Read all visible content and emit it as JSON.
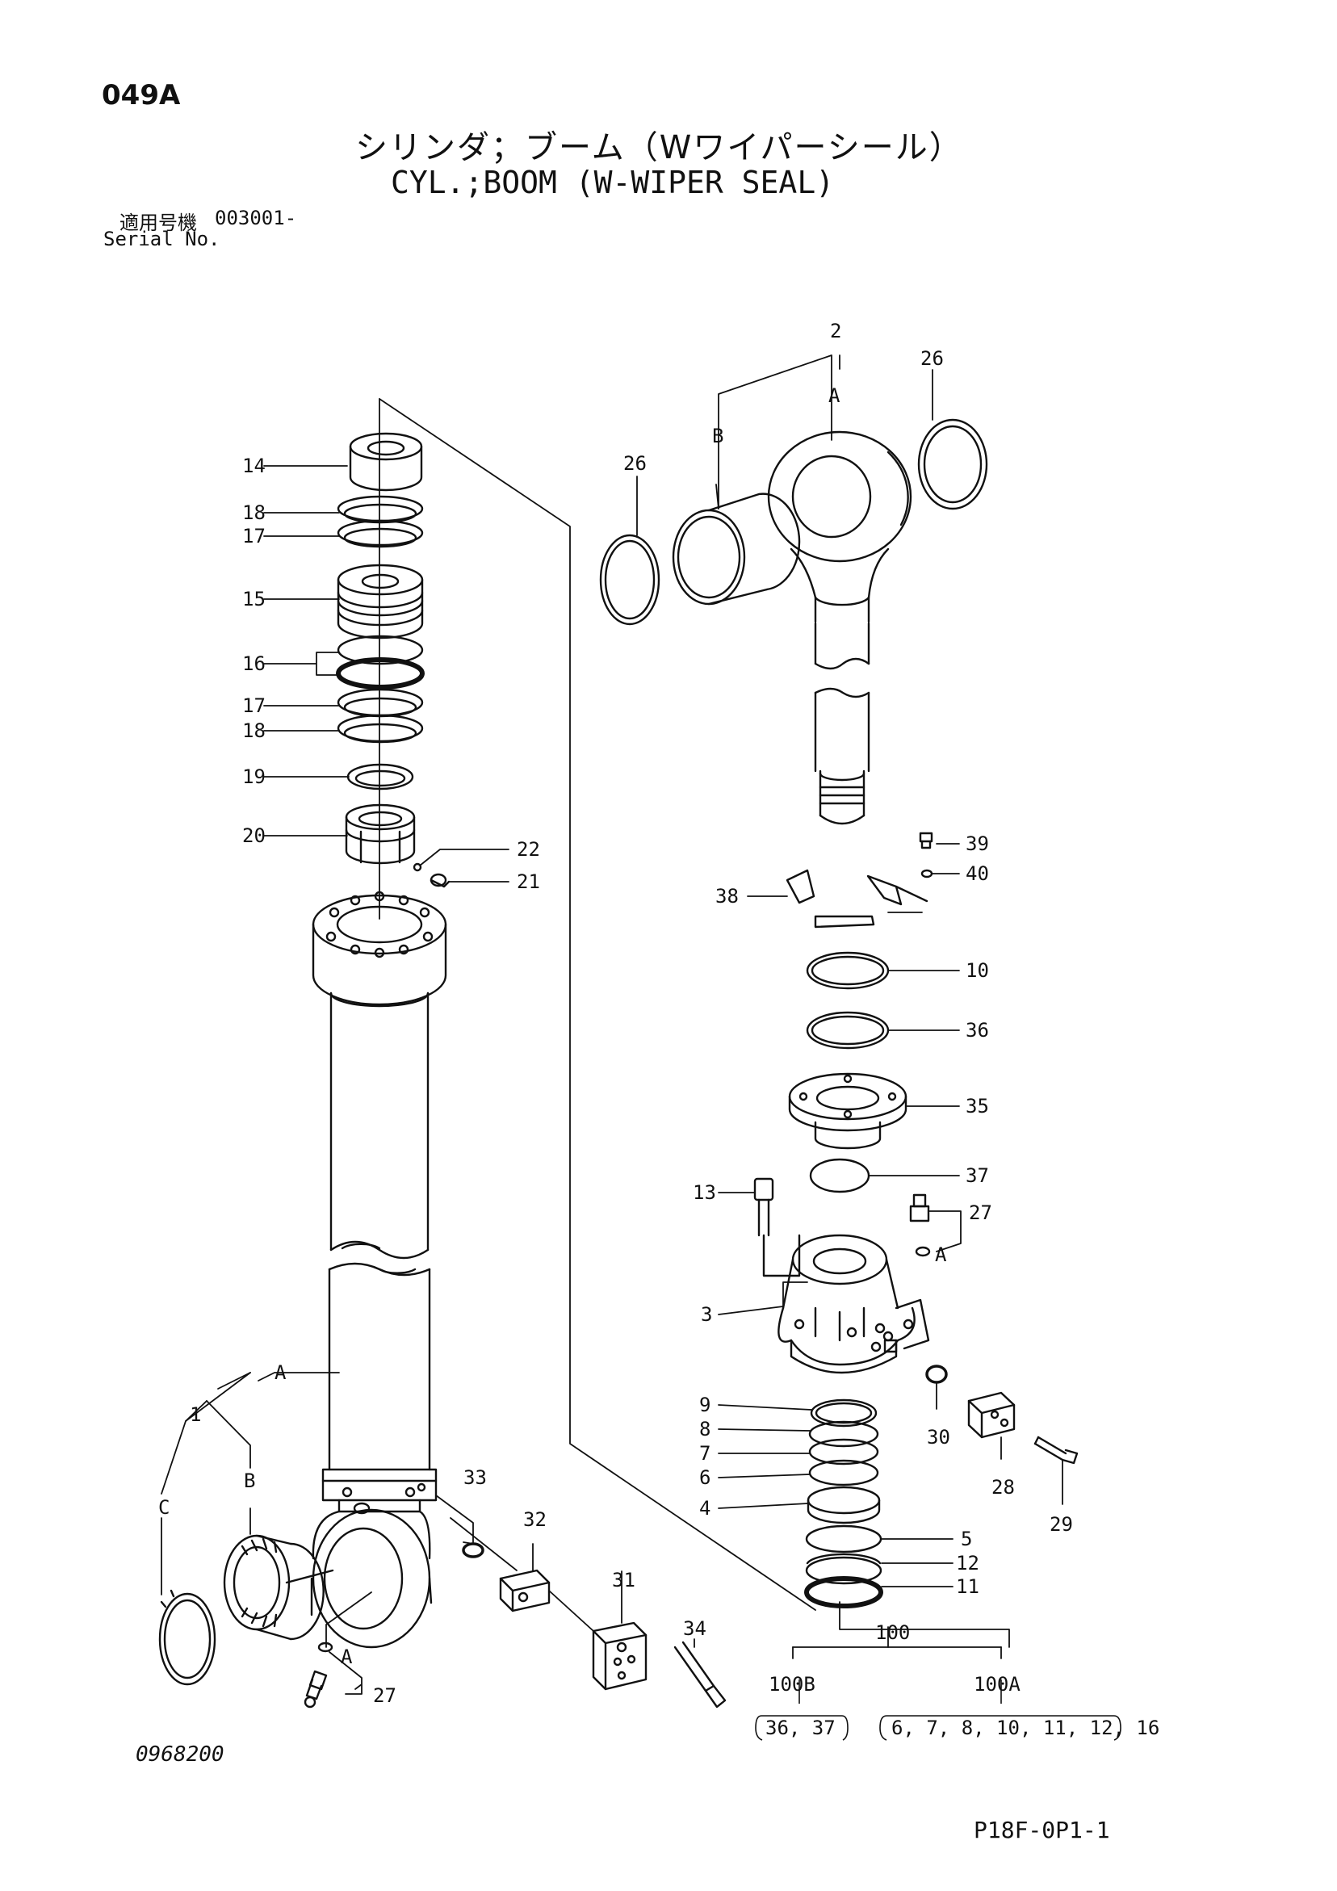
{
  "header": {
    "page_code": "049A",
    "title_jp": "シリンダ；ブーム（Wワイパーシール）",
    "title_en": "CYL.;BOOM (W-WIPER SEAL)",
    "serial_label_jp": "適用号機",
    "serial_value": "003001-",
    "serial_label_en": "Serial No."
  },
  "labels": {
    "l14": "14",
    "l18a": "18",
    "l17a": "17",
    "l15": "15",
    "l16": "16",
    "l17b": "17",
    "l18b": "18",
    "l19": "19",
    "l20": "20",
    "l22": "22",
    "l21": "21",
    "l1": "1",
    "lA1": "A",
    "lB1": "B",
    "lC1": "C",
    "l33": "33",
    "l32": "32",
    "l31": "31",
    "l34": "34",
    "lA2": "A",
    "l27a": "27",
    "l2": "2",
    "lA3": "A",
    "lB2": "B",
    "l26a": "26",
    "l26b": "26",
    "l39": "39",
    "l40": "40",
    "l38": "38",
    "l10": "10",
    "l36": "36",
    "l35": "35",
    "l37": "37",
    "l13": "13",
    "l27b": "27",
    "lA4": "A",
    "l3": "3",
    "l30": "30",
    "l28": "28",
    "l29": "29",
    "l9": "9",
    "l8": "8",
    "l7": "7",
    "l6": "6",
    "l4": "4",
    "l5": "5",
    "l12": "12",
    "l11": "11",
    "l100": "100",
    "l100b": "100B",
    "l100a": "100A",
    "kit_b": "36, 37",
    "kit_a": "6, 7, 8, 10, 11, 12, 16"
  },
  "footer": {
    "drawing_no": "0968200",
    "page_ref": "P18F-0P1-1"
  }
}
